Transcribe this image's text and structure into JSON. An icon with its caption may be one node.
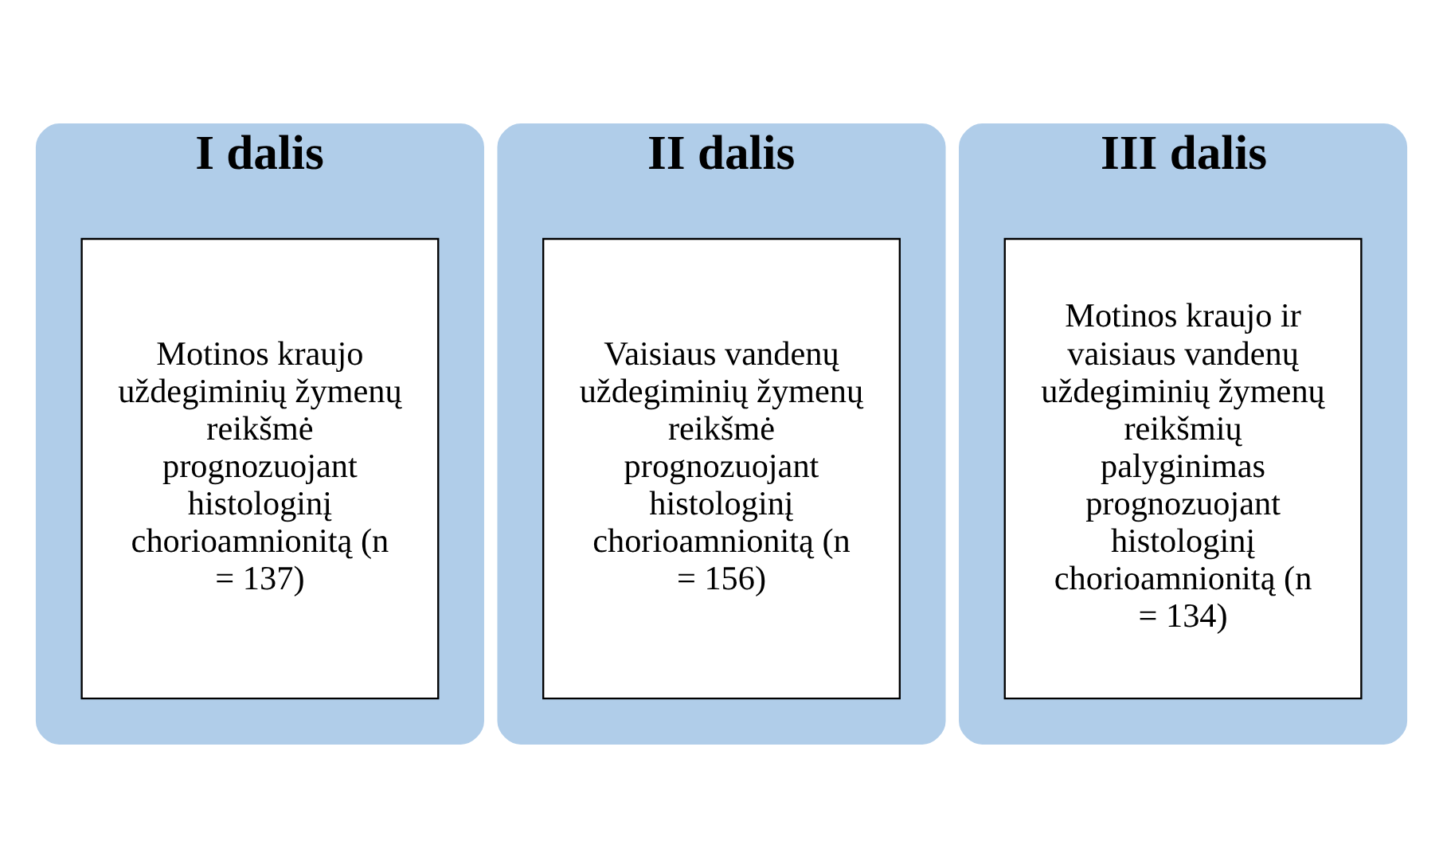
{
  "diagram": {
    "nodes": [
      {
        "text": [
          "I dalis"
        ]
      },
      {
        "text": [
          "Motinos kraujo uždegiminių žymenų reikšmė prognozuojant histologinį chorioamnionitą (n = 137)"
        ],
        "in": 0
      },
      {
        "text": [
          "II dalis"
        ]
      },
      {
        "text": [
          "Vaisiaus vandenų uždegiminių žymenų reikšmė prognozuojant histologinį chorioamnionitą (n = 156)"
        ],
        "in": 2
      },
      {
        "text": [
          "III dalis"
        ]
      },
      {
        "text": [
          "Motinos kraujo ir vaisiaus vandenų uždegiminių žymenų reikšmių palyginimas prognozuojant histologinį chorioamnionitą (n = 134)"
        ],
        "in": 4
      }
    ]
  }
}
